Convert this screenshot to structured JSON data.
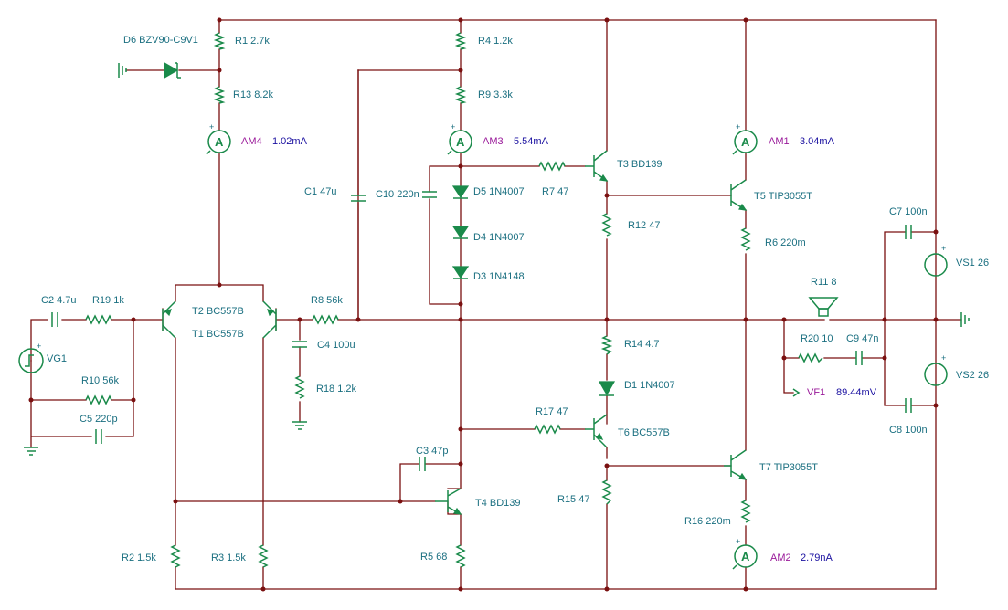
{
  "components": {
    "D6": "D6 BZV90-C9V1",
    "R1": "R1 2.7k",
    "R13": "R13 8.2k",
    "R4": "R4 1.2k",
    "R9": "R9 3.3k",
    "C1": "C1 47u",
    "C10": "C10 220n",
    "D5": "D5 1N4007",
    "D4": "D4 1N4007",
    "D3": "D3 1N4148",
    "R7": "R7 47",
    "T3": "T3 BD139",
    "R12": "R12 47",
    "T5": "T5 TIP3055T",
    "R6": "R6 220m",
    "C7": "C7 100n",
    "VS1": "VS1 26",
    "R11": "R11 8",
    "C2": "C2 4.7u",
    "R19": "R19 1k",
    "T2": "T2 BC557B",
    "T1": "T1 BC557B",
    "R8": "R8 56k",
    "C4": "C4 100u",
    "R18": "R18 1.2k",
    "VG1": "VG1",
    "R10": "R10 56k",
    "C5": "C5 220p",
    "R14": "R14 4.7",
    "D1": "D1 1N4007",
    "R20": "R20 10",
    "C9": "C9 47n",
    "VS2": "VS2 26",
    "C8": "C8 100n",
    "C3": "C3 47p",
    "R17": "R17 47",
    "T6": "T6 BC557B",
    "R15": "R15 47",
    "T4": "T4 BD139",
    "T7": "T7 TIP3055T",
    "R16": "R16 220m",
    "R2": "R2 1.5k",
    "R3": "R3 1.5k",
    "R5": "R5 68"
  },
  "meters": {
    "AM4": {
      "name": "AM4",
      "reading": "1.02mA",
      "symbol": "A"
    },
    "AM3": {
      "name": "AM3",
      "reading": "5.54mA",
      "symbol": "A"
    },
    "AM1": {
      "name": "AM1",
      "reading": "3.04mA",
      "symbol": "A"
    },
    "AM2": {
      "name": "AM2",
      "reading": "2.79nA",
      "symbol": "A"
    },
    "VF1": {
      "name": "VF1",
      "reading": "89.44mV"
    }
  },
  "polarity_mark": "+",
  "colors": {
    "wire": "#7a1010",
    "component": "#1a8a4a",
    "label": "#1a6f80",
    "reading": "#1a10a0",
    "meter_name": "#9a1a9a"
  }
}
